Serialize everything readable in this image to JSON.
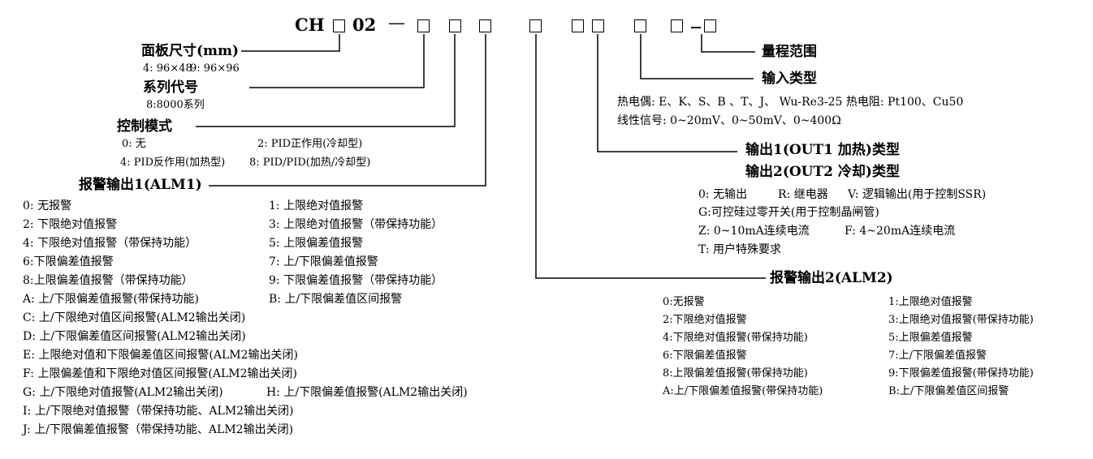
{
  "model": {
    "prefix": "CH",
    "series_num": "02",
    "separator": "—",
    "dash": "–"
  },
  "panel_size": {
    "title": "面板尺寸(mm)",
    "opt1": "4: 96×48",
    "opt2": "9: 96×96"
  },
  "series_code": {
    "title": "系列代号",
    "opt1": "8:8000系列"
  },
  "control_mode": {
    "title": "控制模式",
    "opt0": "0: 无",
    "opt2": "2: PID正作用(冷却型)",
    "opt4": "4: PID反作用(加热型)",
    "opt8": "8: PID/PID(加热/冷却型)"
  },
  "alarm1": {
    "title": "报警输出1(ALM1)",
    "items": [
      "0: 无报警",
      "1: 上限绝对值报警",
      "2: 下限绝对值报警",
      "3: 上限绝对值报警（带保持功能）",
      "4: 下限绝对值报警（带保持功能）",
      "5: 上限偏差值报警",
      "6:下限偏差值报警",
      "7: 上/下限偏差值报警",
      "8:上限偏差值报警（带保持功能）",
      "9: 下限偏差值报警（带保持功能）",
      "A: 上/下限偏差值报警(带保持功能)",
      "B: 上/下限偏差值区间报警",
      "C: 上/下限绝对值区间报警(ALM2输出关闭)",
      "D: 上/下限偏差值区间报警(ALM2输出关闭)",
      "E: 上限绝对值和下限偏差值区间报警(ALM2输出关闭)",
      "F: 上限偏差值和下限绝对值区间报警(ALM2输出关闭)",
      "G: 上/下限绝对值报警(ALM2输出关闭)",
      "H: 上/下限偏差值报警(ALM2输出关闭)",
      "I: 上/下限绝对值报警（带保持功能、ALM2输出关闭)",
      "J: 上/下限偏差值报警（带保持功能、ALM2输出关闭)"
    ]
  },
  "range": {
    "title": "量程范围"
  },
  "input_type": {
    "title": "输入类型",
    "line1": "热电偶: E、K、S、B 、T、J、 Wu-Re3-25   热电阻: Pt100、Cu50",
    "line2": "线性信号: 0~20mV、0~50mV、0~400Ω"
  },
  "output_type": {
    "title1": "输出1(OUT1 加热)类型",
    "title2": "输出2(OUT2 冷却)类型",
    "opt0": "0: 无输出",
    "optR": "R: 继电器",
    "optV": "V: 逻辑输出(用于控制SSR)",
    "optG": "G:可控硅过零开关(用于控制晶闸管)",
    "optZ": "Z: 0~10mA连续电流",
    "optF": "F: 4~20mA连续电流",
    "optT": "T: 用户特殊要求"
  },
  "alarm2": {
    "title": "报警输出2(ALM2)",
    "items": [
      "0:无报警",
      "1:上限绝对值报警",
      "2:下限绝对值报警",
      "3:上限绝对值报警(带保持功能)",
      "4:下限绝对值报警(带保持功能)",
      "5:上限偏差值报警",
      "6:下限偏差值报警",
      "7:上/下限偏差值报警",
      "8:上限偏差值报警(带保持功能)",
      "9:下限偏差值报警(带保持功能)",
      "A:上/下限偏差值报警(带保持功能)",
      "B:上/下限偏差值区间报警"
    ]
  }
}
